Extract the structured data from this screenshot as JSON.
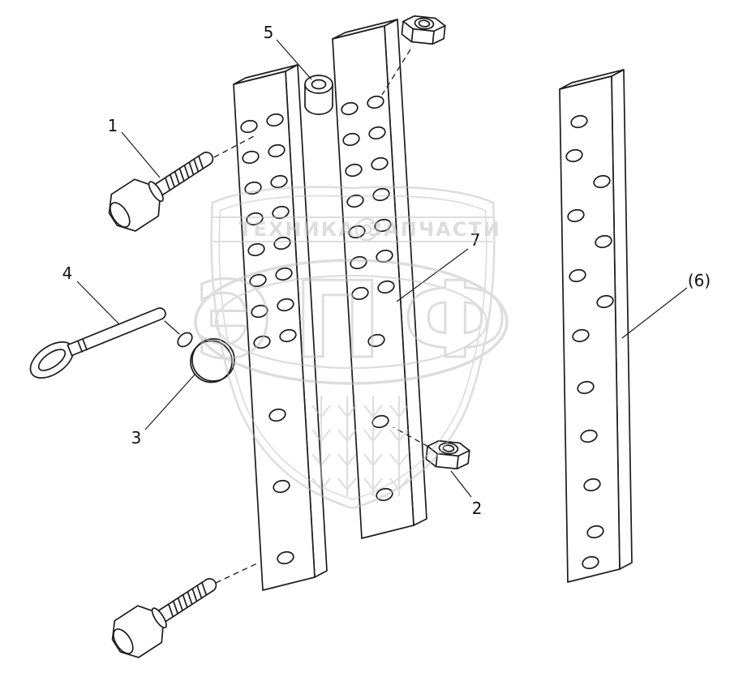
{
  "colors": {
    "line": "#1c1c1c",
    "watermark": "#bdbdbd",
    "background": "#ffffff"
  },
  "parts": {
    "label_1": "1",
    "label_2": "2",
    "label_3": "3",
    "label_4": "4",
    "label_5": "5",
    "label_6": "(6)",
    "label_7": "7"
  },
  "watermark": {
    "banner_left": "ТЕХНИКА",
    "banner_right": "ЗАПЧАСТИ",
    "monogram": "ЭПФ"
  }
}
